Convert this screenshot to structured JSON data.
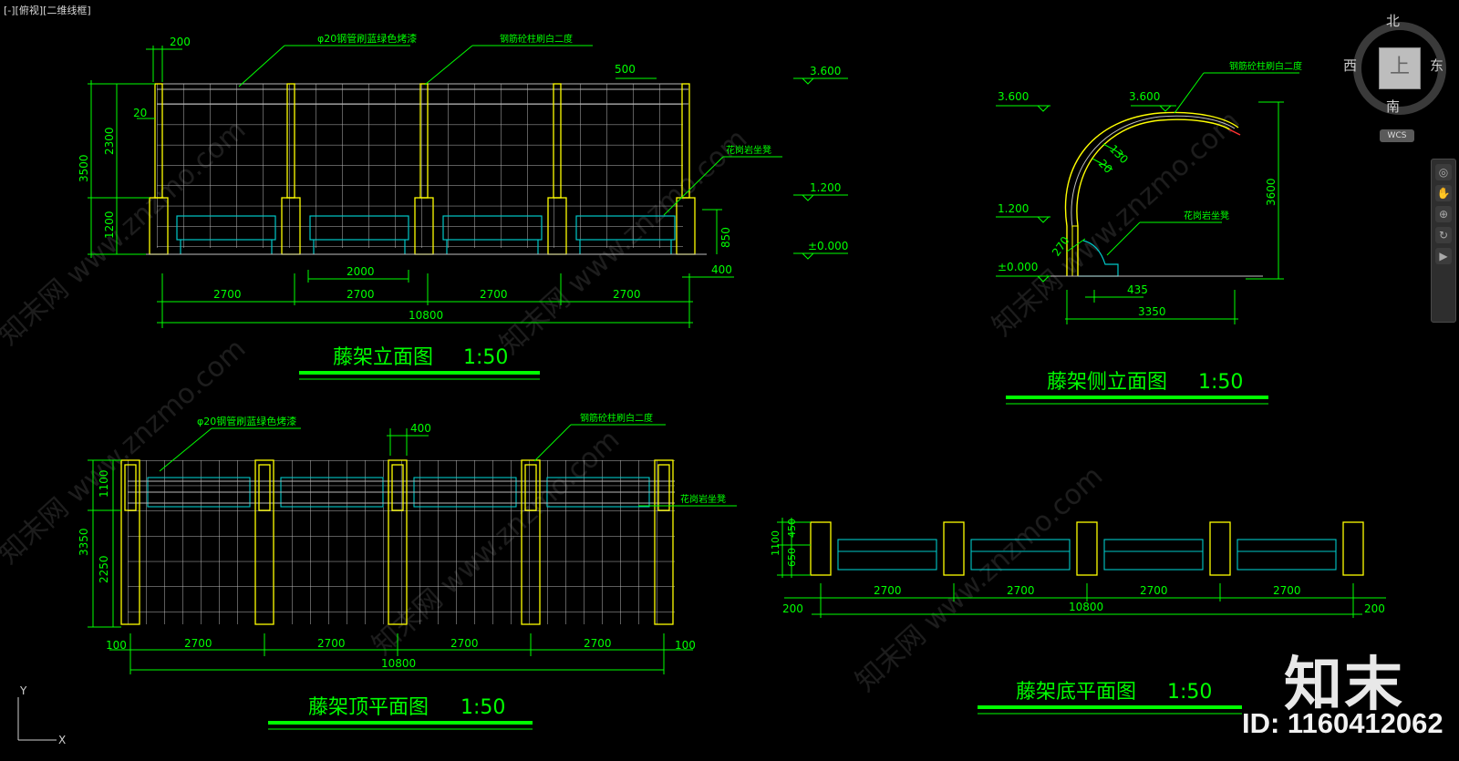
{
  "viewport_label": "[-][俯视][二维线框]",
  "viewcube": {
    "north": "北",
    "south": "南",
    "east": "东",
    "west": "西",
    "face": "上",
    "wcs": "WCS"
  },
  "navbar_icons": [
    "steering-wheel-icon",
    "pan-icon",
    "zoom-icon",
    "orbit-icon",
    "showmotion-icon"
  ],
  "colors": {
    "background": "#000000",
    "dim": "#00ff00",
    "column": "#ffff00",
    "grid": "#c0c0c0",
    "bench": "#00c8c8",
    "title": "#00ff00"
  },
  "watermark": "知末网 www.znzmo.com",
  "brand": {
    "name": "知末",
    "id": "ID: 1160412062"
  },
  "ucs": {
    "x": "X",
    "y": "Y"
  },
  "elevation": {
    "title": "藤架立面图",
    "scale": "1:50",
    "notes": {
      "pipe": "φ20钢管刷蓝绿色烤漆",
      "column": "钢筋砼柱刷白二度",
      "bench": "花岗岩坐凳"
    },
    "dims": {
      "d200": "200",
      "d20": "20",
      "d500": "500",
      "d2300": "2300",
      "d3500": "3500",
      "d1200": "1200",
      "d850": "850",
      "d2000": "2000",
      "d400": "400",
      "spans": [
        "2700",
        "2700",
        "2700",
        "2700"
      ],
      "total": "10800"
    },
    "levels": [
      "3.600",
      "1.200",
      "±0.000"
    ]
  },
  "side": {
    "title": "藤架侧立面图",
    "scale": "1:50",
    "notes": {
      "column": "钢筋砼柱刷白二度",
      "bench": "花岗岩坐凳"
    },
    "levels_left": [
      "3.600",
      "1.200",
      "±0.000"
    ],
    "top_level": "3.600",
    "dims": {
      "d130": "130",
      "d20": "20",
      "d270": "270",
      "d435": "435",
      "d3600": "3600",
      "d3350": "3350"
    }
  },
  "top_plan": {
    "title": "藤架顶平面图",
    "scale": "1:50",
    "notes": {
      "pipe": "φ20钢管刷蓝绿色烤漆",
      "column": "钢筋砼柱刷白二度",
      "bench": "花岗岩坐凳"
    },
    "dims": {
      "d400": "400",
      "d1100": "1100",
      "d3350": "3350",
      "d2250": "2250",
      "d100l": "100",
      "d100r": "100",
      "spans": [
        "2700",
        "2700",
        "2700",
        "2700"
      ],
      "total": "10800"
    }
  },
  "bottom_plan": {
    "title": "藤架底平面图",
    "scale": "1:50",
    "dims": {
      "d1100": "1100",
      "d450": "450",
      "d650": "650",
      "d200l": "200",
      "d200r": "200",
      "spans": [
        "2700",
        "2700",
        "2700",
        "2700"
      ],
      "total": "10800"
    }
  }
}
